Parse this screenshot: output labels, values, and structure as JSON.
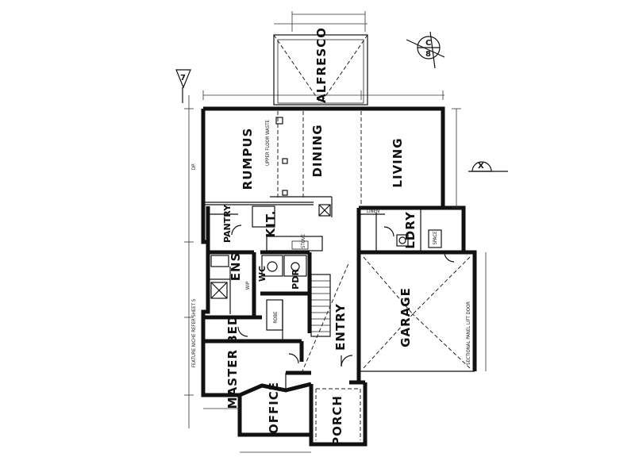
{
  "rooms": {
    "alfresco": "ALFRESCO",
    "rumpus": "RUMPUS",
    "dining": "DINING",
    "living": "LIVING",
    "kit": "KIT.",
    "pantry": "PANTRY",
    "ens": "ENS",
    "wc": "WC",
    "pdr": "PDR",
    "ldry": "LDRY",
    "linen": "LINEN",
    "entry": "ENTRY",
    "garage": "GARAGE",
    "master_bed": "MASTER BED",
    "office": "OFFICE",
    "porch": "PORCH"
  },
  "markers": {
    "section_c": "C",
    "section_8": "8",
    "section_x": "X",
    "elevation_7": "7"
  },
  "notes": {
    "upper_floor_waste": "UPPER FLOOR WASTE",
    "feature_niche": "FEATURE NICHE REFER SHEET 5",
    "sectional_door": "SECTIONAL PANEL LIFT DOOR",
    "stove": "STOVE",
    "robe": "ROBE",
    "wip": "WIP",
    "dp": "DP.",
    "space": "SPACE"
  }
}
